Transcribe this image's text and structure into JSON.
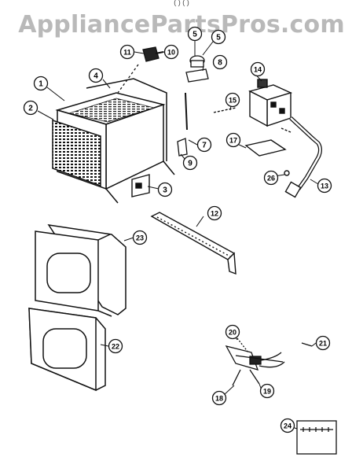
{
  "header": {
    "watermark": "AppliancePartsPros.com",
    "top_fragment": "(  )  (  )"
  },
  "callouts": [
    {
      "id": "c1",
      "label": "1"
    },
    {
      "id": "c2",
      "label": "2"
    },
    {
      "id": "c3",
      "label": "3"
    },
    {
      "id": "c4",
      "label": "4"
    },
    {
      "id": "c5a",
      "label": "5"
    },
    {
      "id": "c5b",
      "label": "5"
    },
    {
      "id": "c7",
      "label": "7"
    },
    {
      "id": "c8",
      "label": "8"
    },
    {
      "id": "c9",
      "label": "9"
    },
    {
      "id": "c10",
      "label": "10"
    },
    {
      "id": "c11",
      "label": "11"
    },
    {
      "id": "c12",
      "label": "12"
    },
    {
      "id": "c13",
      "label": "13"
    },
    {
      "id": "c14",
      "label": "14"
    },
    {
      "id": "c15",
      "label": "15"
    },
    {
      "id": "c17",
      "label": "17"
    },
    {
      "id": "c18",
      "label": "18"
    },
    {
      "id": "c19",
      "label": "19"
    },
    {
      "id": "c20",
      "label": "20"
    },
    {
      "id": "c21",
      "label": "21"
    },
    {
      "id": "c22",
      "label": "22"
    },
    {
      "id": "c23",
      "label": "23"
    },
    {
      "id": "c24",
      "label": "24"
    },
    {
      "id": "c26",
      "label": "26"
    }
  ]
}
